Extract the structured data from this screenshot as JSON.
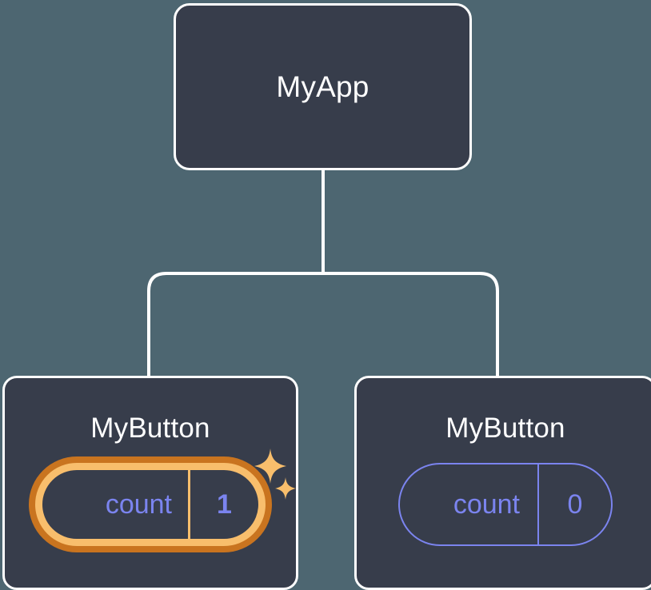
{
  "diagram": {
    "kind": "react-component-tree",
    "background_color": "#4d6671",
    "card_fill_color": "#373d4b",
    "card_border_color": "#ffffff",
    "connector_color": "#ffffff",
    "state_accent_color": "#7b84ef",
    "highlight_inner_color": "#f8be6c",
    "highlight_outer_color": "#c9741f"
  },
  "root": {
    "title": "MyApp"
  },
  "children": [
    {
      "title": "MyButton",
      "state": {
        "key": "count",
        "value": "1"
      },
      "highlighted": true,
      "sparkles": [
        "sparkle-icon-large",
        "sparkle-icon-small"
      ]
    },
    {
      "title": "MyButton",
      "state": {
        "key": "count",
        "value": "0"
      },
      "highlighted": false,
      "sparkles": []
    }
  ]
}
